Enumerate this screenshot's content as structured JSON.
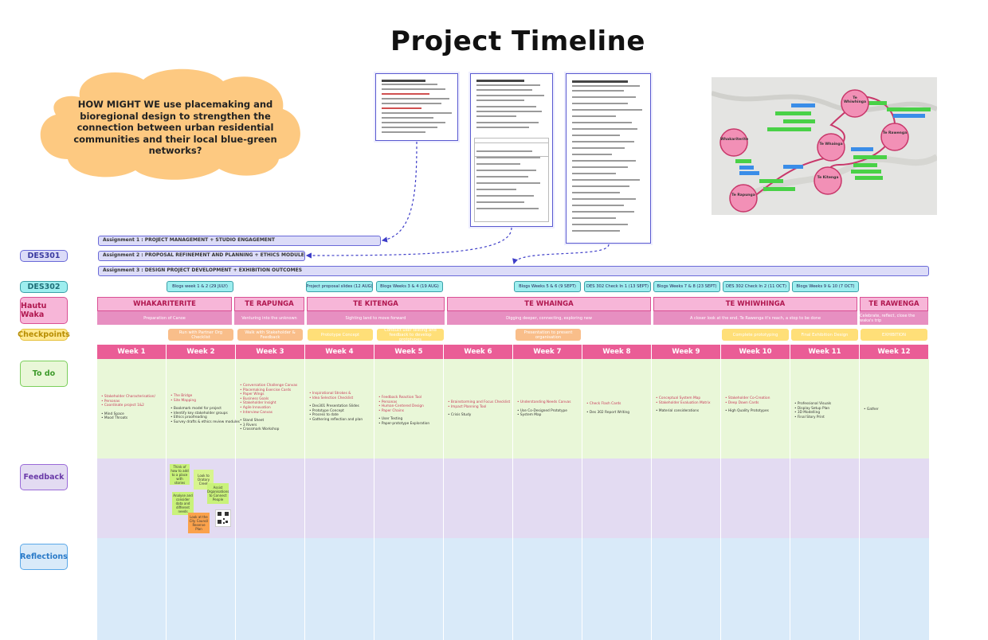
{
  "title": "Project Timeline",
  "question": "HOW MIGHT WE use placemaking and bioregional design to strengthen the connection between urban residential communities and their local blue-green networks?",
  "side_labels": {
    "des301": "DES301",
    "des302": "DES302",
    "hautu_waka": "Hautu Waka",
    "checkpoints": "Checkpoints",
    "todo": "To do",
    "feedback": "Feedback",
    "reflections": "Reflections"
  },
  "assignments": [
    {
      "label": "Assignment 1 : PROJECT MANAGEMENT + STUDIO ENGAGEMENT"
    },
    {
      "label": "Assignment 2 : PROPOSAL REFINEMENT AND PLANNING + ETHICS MODULES"
    },
    {
      "label": "Assignment 3 : DESIGN PROJECT DEVELOPMENT + EXHIBITION OUTCOMES"
    }
  ],
  "blogs": [
    "Blogs week 1 & 2 (29 JULY)",
    "Project proposal slides (12 AUG)",
    "Blogs Weeks 3 & 4 (19 AUG)",
    "Blogs Weeks 5 & 6 (9 SEPT)",
    "DES 302 Check In 1 (13 SEPT)",
    "Blogs Weeks 7 & 8 (23 SEPT)",
    "DES 302 Check In 2 (11 OCT)",
    "Blogs Weeks 9 & 10 (7 OCT)"
  ],
  "phases": [
    {
      "name": "WHAKARITERITE",
      "sub": "Preparation of Canoe"
    },
    {
      "name": "TE RAPUNGA",
      "sub": "Venturing into the unknown"
    },
    {
      "name": "TE KITENGA",
      "sub": "Sighting land to move forward"
    },
    {
      "name": "TE WHAINGA",
      "sub": "Digging deeper, connecting, exploring new"
    },
    {
      "name": "TE WHIWHINGA",
      "sub": "A closer look at the end. Te Rawenga it's reach, a stop to be done"
    },
    {
      "name": "TE RAWENGA",
      "sub": "Celebrate, reflect, close the waka's trip"
    }
  ],
  "checkpoints": [
    "Run with Partner Org Checklist",
    "Walk with Stakeholder & Feedback",
    "Prototype Concept",
    "Conduct user testing and feedback to develop prototypes",
    "Presentation to present organisation",
    "Complete prototyping",
    "Final Exhibition Design",
    "EXHIBITION"
  ],
  "weeks": [
    "Week 1",
    "Week 2",
    "Week 3",
    "Week 4",
    "Week 5",
    "Week 6",
    "Week 7",
    "Week 8",
    "Week 9",
    "Week 10",
    "Week 11",
    "Week 12"
  ],
  "todo": [
    {
      "red": [
        "Stakeholder Characterisation/",
        "Personas",
        "Coordinate project 1&2"
      ],
      "black": [
        "Mind Space",
        "Mood Throats"
      ]
    },
    {
      "red": [
        "The Bridge",
        "Site Mapping"
      ],
      "black": [
        "Bookmark model for project",
        "Identify key stakeholder groups",
        "Ethics proofreading",
        "Survey drafts & ethics review modules"
      ]
    },
    {
      "red": [
        "Conversation Challenge Canvas",
        "Placemaking Exercise Cards",
        "Paper Wings",
        "Business Goals",
        "Stakeholder Insight",
        "Agile Innovation",
        "Interview Canvas"
      ],
      "black": [
        "Stand Sheet",
        "3 Rivers",
        "Crossmark Workshop"
      ]
    },
    {
      "red": [
        "Inspirational Strokes &",
        "Idea Selection Checklist"
      ],
      "black": [
        "Des301 Presentation Slides",
        "Prototype Concept",
        "Process to date",
        "Gathering reflection and plan"
      ]
    },
    {
      "red": [
        "Feedback Reaction Tool",
        "Personas",
        "Human-Centered Design",
        "Paper Chains"
      ],
      "black": [
        "User Testing",
        "Paper-prototype Exploration"
      ]
    },
    {
      "red": [
        "Brainstorming and Focus Checklist",
        "Impact Planning Tool"
      ],
      "black": [
        "Crisis Study"
      ]
    },
    {
      "red": [
        "Understanding Needs Canvas"
      ],
      "black": [
        "Use Co-Designed Prototype",
        "System Map"
      ]
    },
    {
      "red": [
        "Check Flash Cards"
      ],
      "black": [
        "Des 302 Report Writing"
      ]
    },
    {
      "red": [
        "Conceptual System Map",
        "Stakeholder Evaluation Matrix"
      ],
      "black": [
        "Material considerations"
      ]
    },
    {
      "red": [
        "Stakeholder Co-Creation",
        "Deep Down Cards"
      ],
      "black": [
        "High Quality Prototypes"
      ]
    },
    {
      "red": [],
      "black": [
        "Professional Visuals",
        "Display Setup Plan",
        "3D Modelling",
        "Final Story Print"
      ]
    },
    {
      "red": [],
      "black": [
        "Gather"
      ]
    }
  ],
  "feedback_notes": [
    {
      "text": "Think of how to add to a place with stories",
      "color": "#c9f27a"
    },
    {
      "text": "Look to Oratory Creek",
      "color": "#d8f58f"
    },
    {
      "text": "Assist Organisations to Connect People",
      "color": "#c9f27a"
    },
    {
      "text": "Analyse and consider data and different needs",
      "color": "#c9f27a"
    },
    {
      "text": "Look at the City Council Reserve Plan",
      "color": "#fba24c"
    }
  ],
  "map_nodes": [
    {
      "label": "Te Whiwhinga"
    },
    {
      "label": "Te Rawenga"
    },
    {
      "label": "Whakariterite"
    },
    {
      "label": "Te Whainga"
    },
    {
      "label": "Te Kitenga"
    },
    {
      "label": "Te Rapunga"
    }
  ],
  "colors": {
    "cloud": "#fdc981",
    "des": "#9eeeef",
    "hautu": "#f7b6d8",
    "checkpoint": "#ffe88f",
    "todo": "#e9f7d8",
    "feedback": "#e3dbf2",
    "reflections": "#d9eaf9",
    "week": "#ea5d96"
  }
}
